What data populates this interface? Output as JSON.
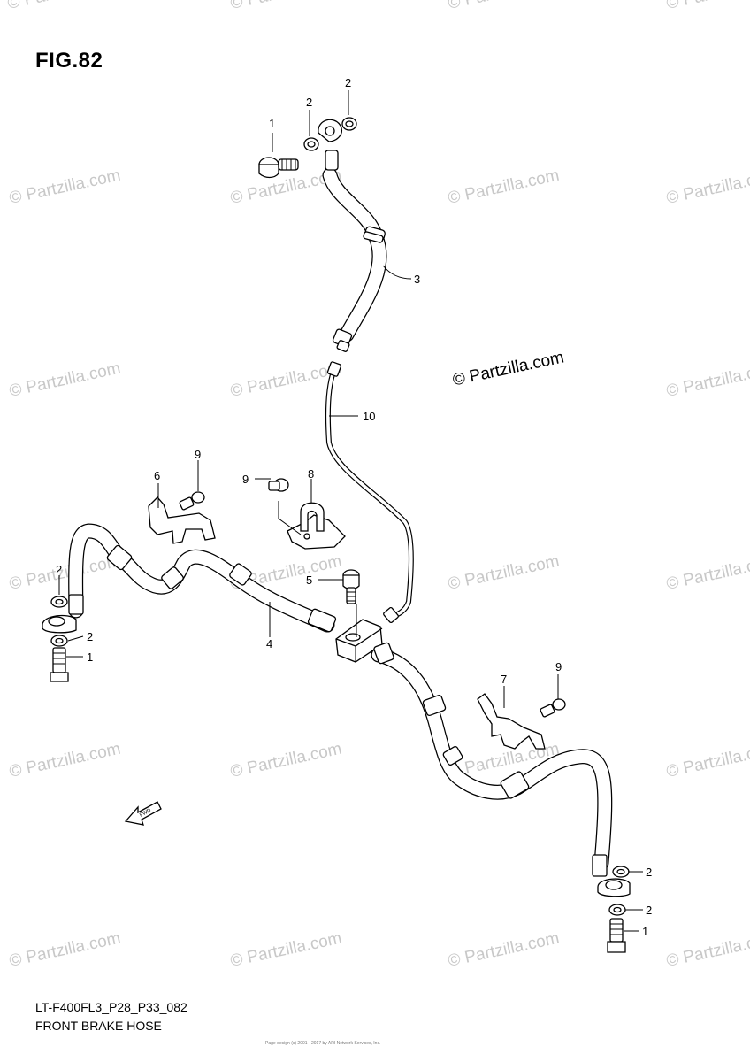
{
  "figure": {
    "title": "FIG.82",
    "code": "LT-F400FL3_P28_P33_082",
    "name": "FRONT BRAKE HOSE"
  },
  "copyright_notice": "© Partzilla.com",
  "watermark_text": "© Partzilla.com",
  "footer_credit": "Page design (c) 2001 - 2017 by ARI Network Services, Inc.",
  "arrow_label": "FWD",
  "callouts": {
    "c1_top": "1",
    "c2_top_a": "2",
    "c2_top_b": "2",
    "c3": "3",
    "c10": "10",
    "c6": "6",
    "c9_a": "9",
    "c9_b": "9",
    "c8": "8",
    "c5": "5",
    "c4": "4",
    "c2_left_a": "2",
    "c2_left_b": "2",
    "c1_left": "1",
    "c7": "7",
    "c9_c": "9",
    "c2_right_a": "2",
    "c2_right_b": "2",
    "c1_right": "1"
  },
  "colors": {
    "line": "#000000",
    "watermark": "#c8c8c8",
    "background": "#ffffff"
  }
}
